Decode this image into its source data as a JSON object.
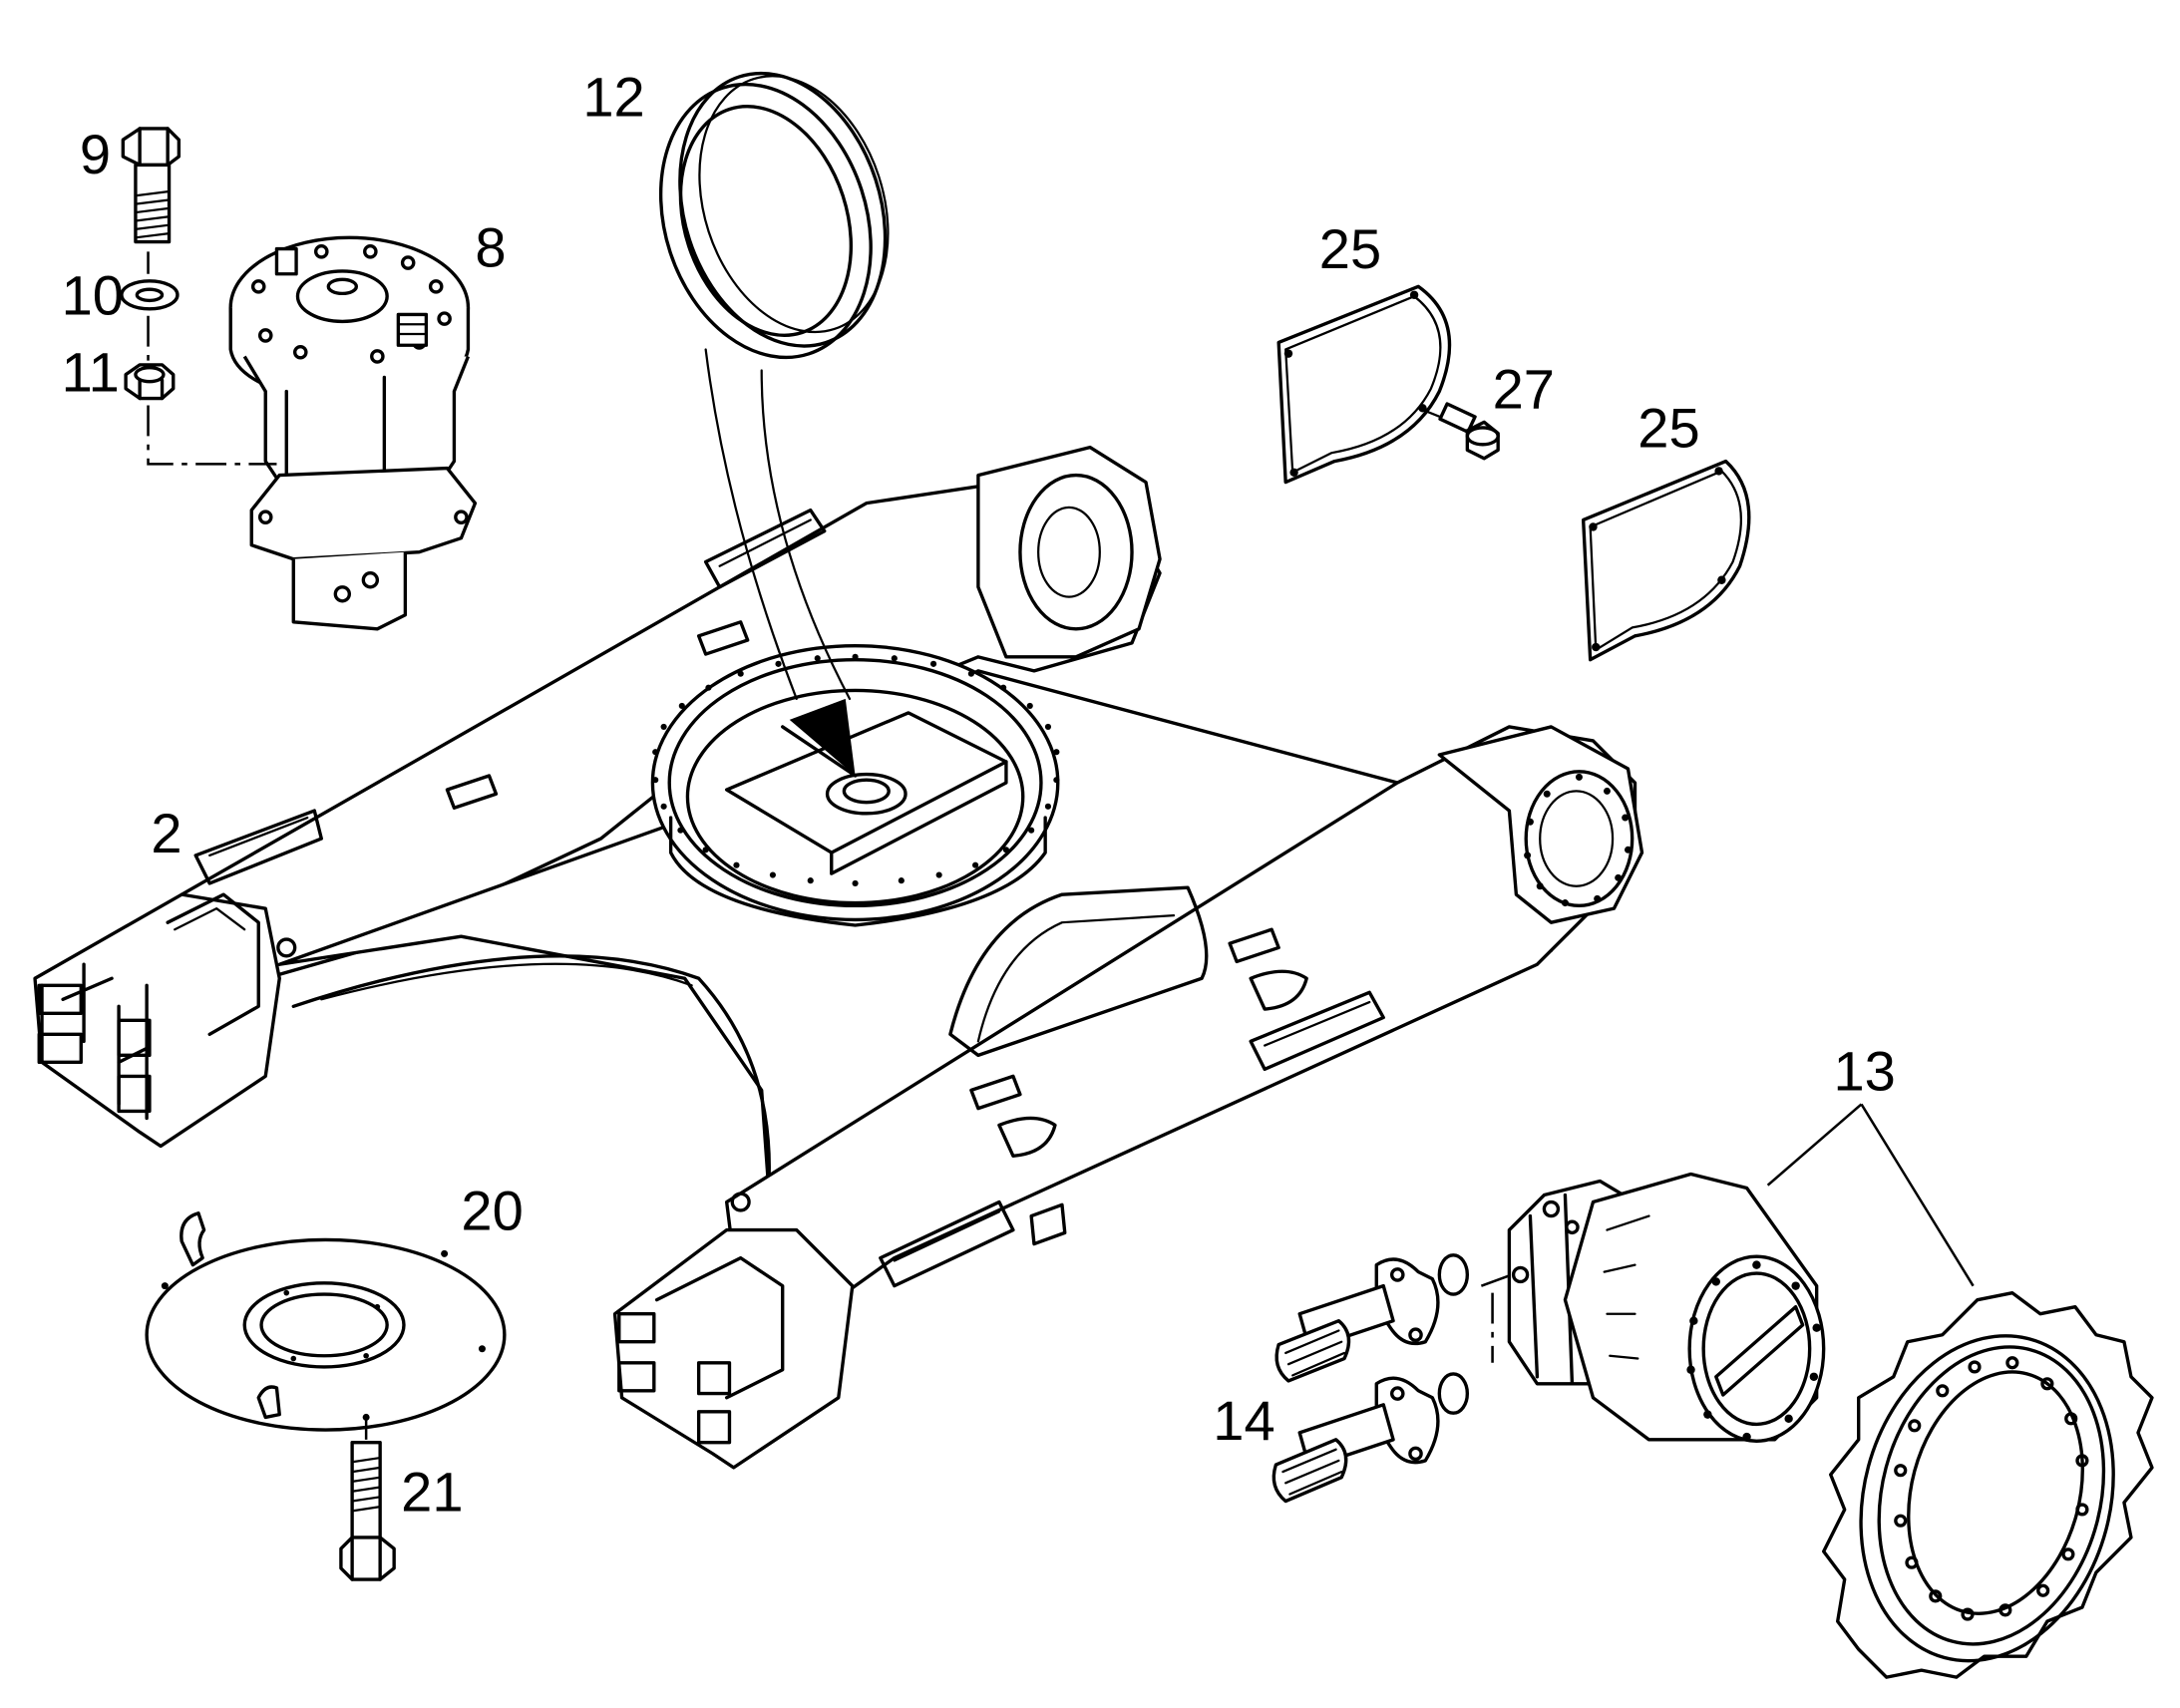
{
  "parts": [
    {
      "id": "label-9",
      "number": "9"
    },
    {
      "id": "label-10",
      "number": "10"
    },
    {
      "id": "label-11",
      "number": "11"
    },
    {
      "id": "label-8",
      "number": "8"
    },
    {
      "id": "label-12",
      "number": "12"
    },
    {
      "id": "label-25a",
      "number": "25"
    },
    {
      "id": "label-27",
      "number": "27"
    },
    {
      "id": "label-25b",
      "number": "25"
    },
    {
      "id": "label-2",
      "number": "2"
    },
    {
      "id": "label-13",
      "number": "13"
    },
    {
      "id": "label-20",
      "number": "20"
    },
    {
      "id": "label-14",
      "number": "14"
    },
    {
      "id": "label-21",
      "number": "21"
    }
  ],
  "colors": {
    "line": "#000000",
    "background": "#ffffff"
  }
}
